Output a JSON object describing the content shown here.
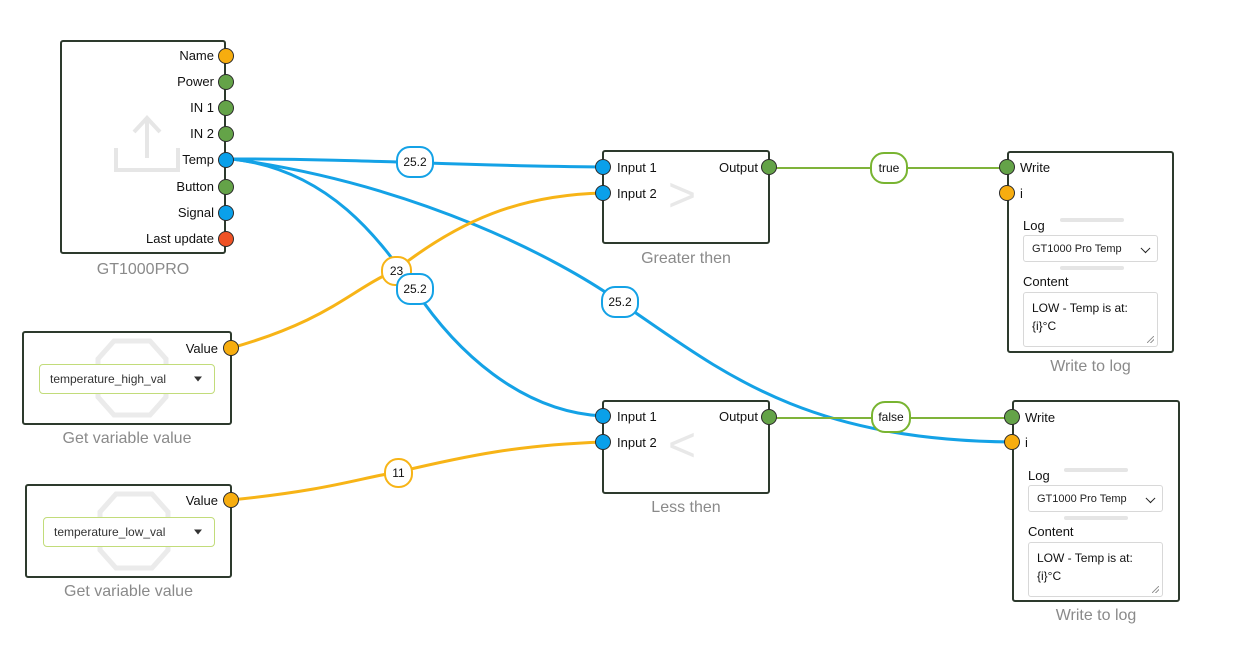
{
  "nodes": {
    "device": {
      "title": "GT1000PRO",
      "ports": [
        "Name",
        "Power",
        "IN 1",
        "IN 2",
        "Temp",
        "Button",
        "Signal",
        "Last update"
      ]
    },
    "get_high": {
      "title": "Get variable value",
      "port": "Value",
      "selected": "temperature_high_val"
    },
    "get_low": {
      "title": "Get variable value",
      "port": "Value",
      "selected": "temperature_low_val"
    },
    "greater": {
      "title": "Greater then",
      "in1": "Input 1",
      "in2": "Input 2",
      "out": "Output",
      "symbol": ">"
    },
    "less": {
      "title": "Less then",
      "in1": "Input 1",
      "in2": "Input 2",
      "out": "Output",
      "symbol": "<"
    },
    "log1": {
      "title": "Write to log",
      "in_write": "Write",
      "in_i": "i",
      "log_label": "Log",
      "log_value": "GT1000 Pro Temp",
      "content_label": "Content",
      "content_line1": "LOW - Temp is at:",
      "content_line2": "{i}°C"
    },
    "log2": {
      "title": "Write to log",
      "in_write": "Write",
      "in_i": "i",
      "log_label": "Log",
      "log_value": "GT1000 Pro Temp",
      "content_label": "Content",
      "content_line1": "LOW - Temp is at:",
      "content_line2": "{i}°C"
    }
  },
  "badges": {
    "temp_to_greater": "25.2",
    "high_value": "23",
    "temp_to_less": "25.2",
    "temp_to_log": "25.2",
    "low_value": "11",
    "greater_out": "true",
    "less_out": "false"
  },
  "colors": {
    "blue_wire": "#14a2e6",
    "orange_wire": "#f7b417",
    "green_wire": "#7fb33a"
  }
}
